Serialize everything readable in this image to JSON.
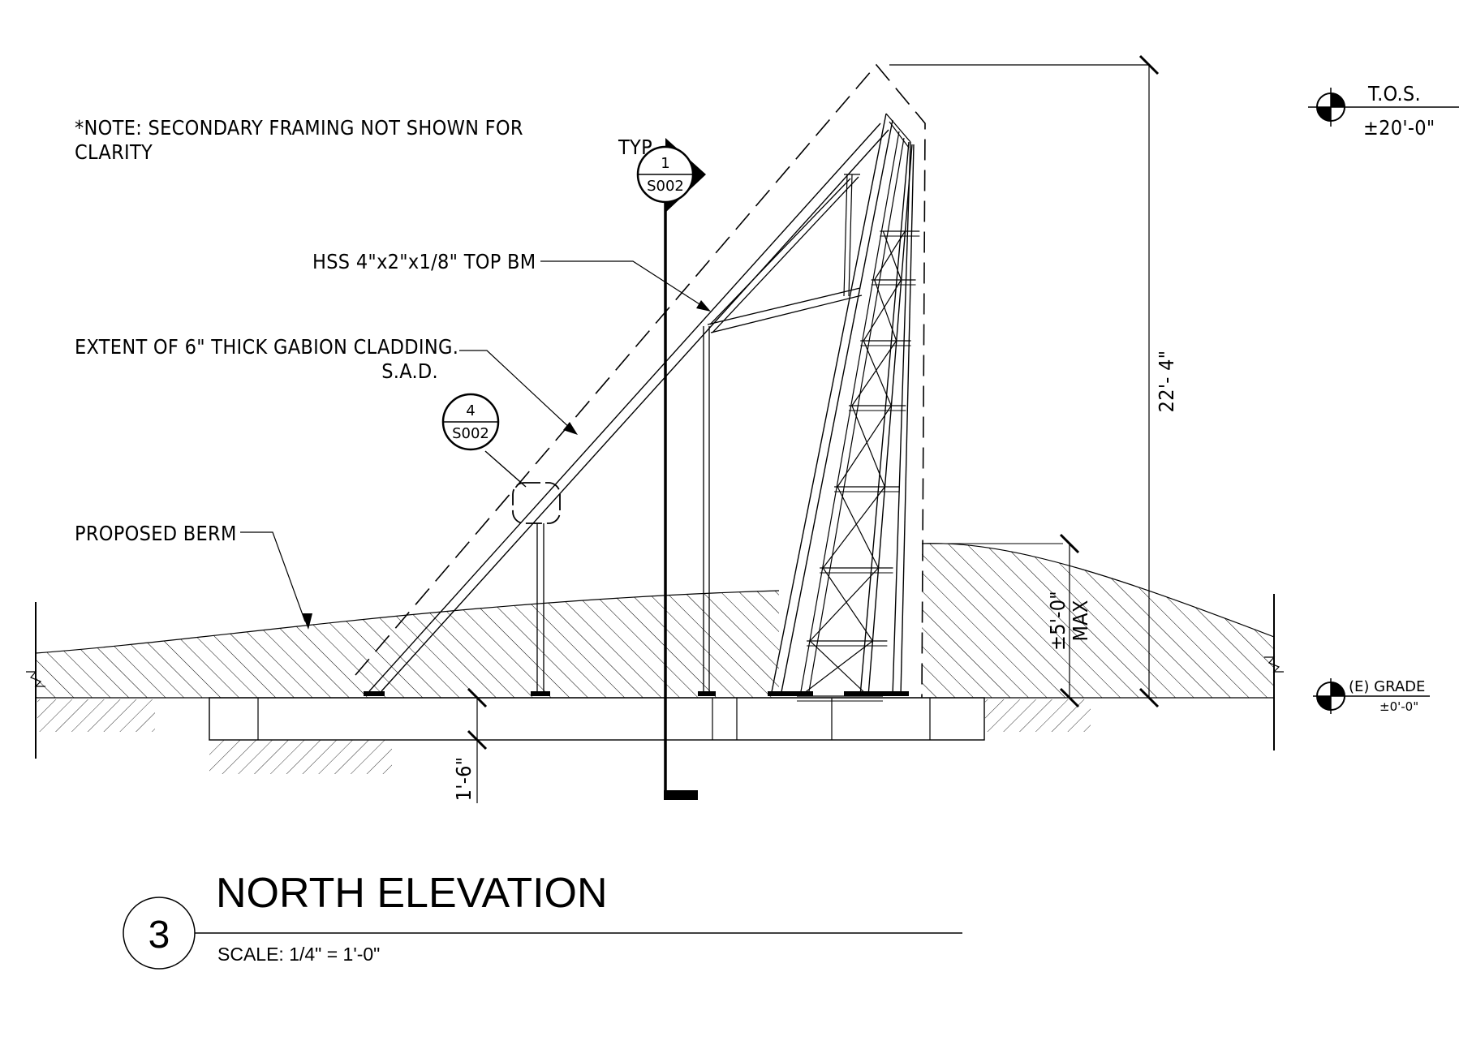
{
  "title": "NORTH ELEVATION",
  "scale": "SCALE: 1/4\" = 1'-0\"",
  "detail_number": "3",
  "notes": {
    "line1": "*NOTE: SECONDARY FRAMING NOT SHOWN FOR",
    "line2": "CLARITY"
  },
  "callouts": {
    "top_beam": "HSS 4\"x2\"x1/8\" TOP BM",
    "gabion_line1": "EXTENT OF 6\" THICK GABION CLADDING.",
    "gabion_line2": "S.A.D.",
    "berm": "PROPOSED BERM",
    "typ": "TYP"
  },
  "section_marker": {
    "number": "1",
    "sheet": "S002"
  },
  "detail_marker": {
    "number": "4",
    "sheet": "S002"
  },
  "dimensions": {
    "overall_height": "22'- 4\"",
    "berm_height": "±5'-0\"",
    "berm_height_note": "MAX",
    "footing_depth": "1'-6\""
  },
  "levels": {
    "tos_label": "T.O.S.",
    "tos_value": "±20'-0\"",
    "grade_label": "(E) GRADE",
    "grade_value": "±0'-0\""
  }
}
